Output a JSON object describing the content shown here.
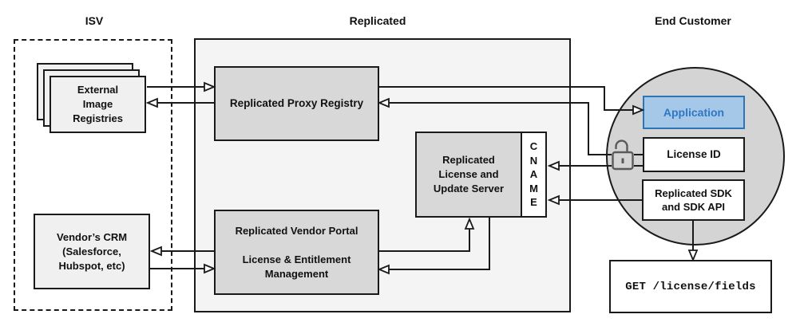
{
  "sections": {
    "isv": {
      "title": "ISV"
    },
    "replicated": {
      "title": "Replicated"
    },
    "end_customer": {
      "title": "End Customer"
    }
  },
  "nodes": {
    "external_image_registries": {
      "label": "External Image Registries"
    },
    "vendors_crm": {
      "label": "Vendor’s CRM (Salesforce, Hubspot, etc)"
    },
    "proxy_registry": {
      "label": "Replicated Proxy Registry"
    },
    "license_update_server": {
      "label": "Replicated License and Update Server"
    },
    "cname": {
      "label": "CNAME"
    },
    "vendor_portal": {
      "title": "Replicated Vendor Portal",
      "subtitle": "License & Entitlement Management"
    },
    "application": {
      "label": "Application"
    },
    "license_id": {
      "label": "License ID"
    },
    "replicated_sdk": {
      "label": "Replicated SDK and SDK API"
    },
    "get_endpoint": {
      "label": "GET /license/fields"
    }
  },
  "icons": {
    "unlock": "open-padlock-icon"
  },
  "edges": [
    {
      "from": "external-image-registries",
      "to": "replicated-proxy-registry",
      "style": "arrow"
    },
    {
      "from": "replicated-proxy-registry",
      "to": "external-image-registries",
      "style": "arrow"
    },
    {
      "from": "replicated-proxy-registry",
      "to": "application",
      "style": "arrow"
    },
    {
      "from": "license-id",
      "to": "replicated-proxy-registry",
      "via": "unlock-icon",
      "style": "arrow"
    },
    {
      "from": "license-id",
      "to": "cname",
      "style": "arrow"
    },
    {
      "from": "replicated-sdk",
      "to": "cname",
      "style": "arrow"
    },
    {
      "from": "replicated-vendor-portal",
      "to": "vendors-crm",
      "style": "arrow"
    },
    {
      "from": "vendors-crm",
      "to": "replicated-vendor-portal",
      "style": "arrow"
    },
    {
      "from": "replicated-vendor-portal",
      "to": "replicated-license-update-server",
      "style": "arrow"
    },
    {
      "from": "replicated-license-update-server",
      "to": "replicated-vendor-portal",
      "style": "arrow"
    },
    {
      "from": "replicated-sdk",
      "to": "get-endpoint",
      "style": "arrow"
    }
  ],
  "colors": {
    "panel_fill": "#f4f4f4",
    "node_gray": "#d8d8d8",
    "node_light": "#f0f0f0",
    "circle_fill": "#d4d4d4",
    "application_fill": "#a5c8e9",
    "application_border": "#2e75b6",
    "application_text": "#2f77c5",
    "line": "#1a1a1a",
    "lock": "#5a5a5a"
  }
}
